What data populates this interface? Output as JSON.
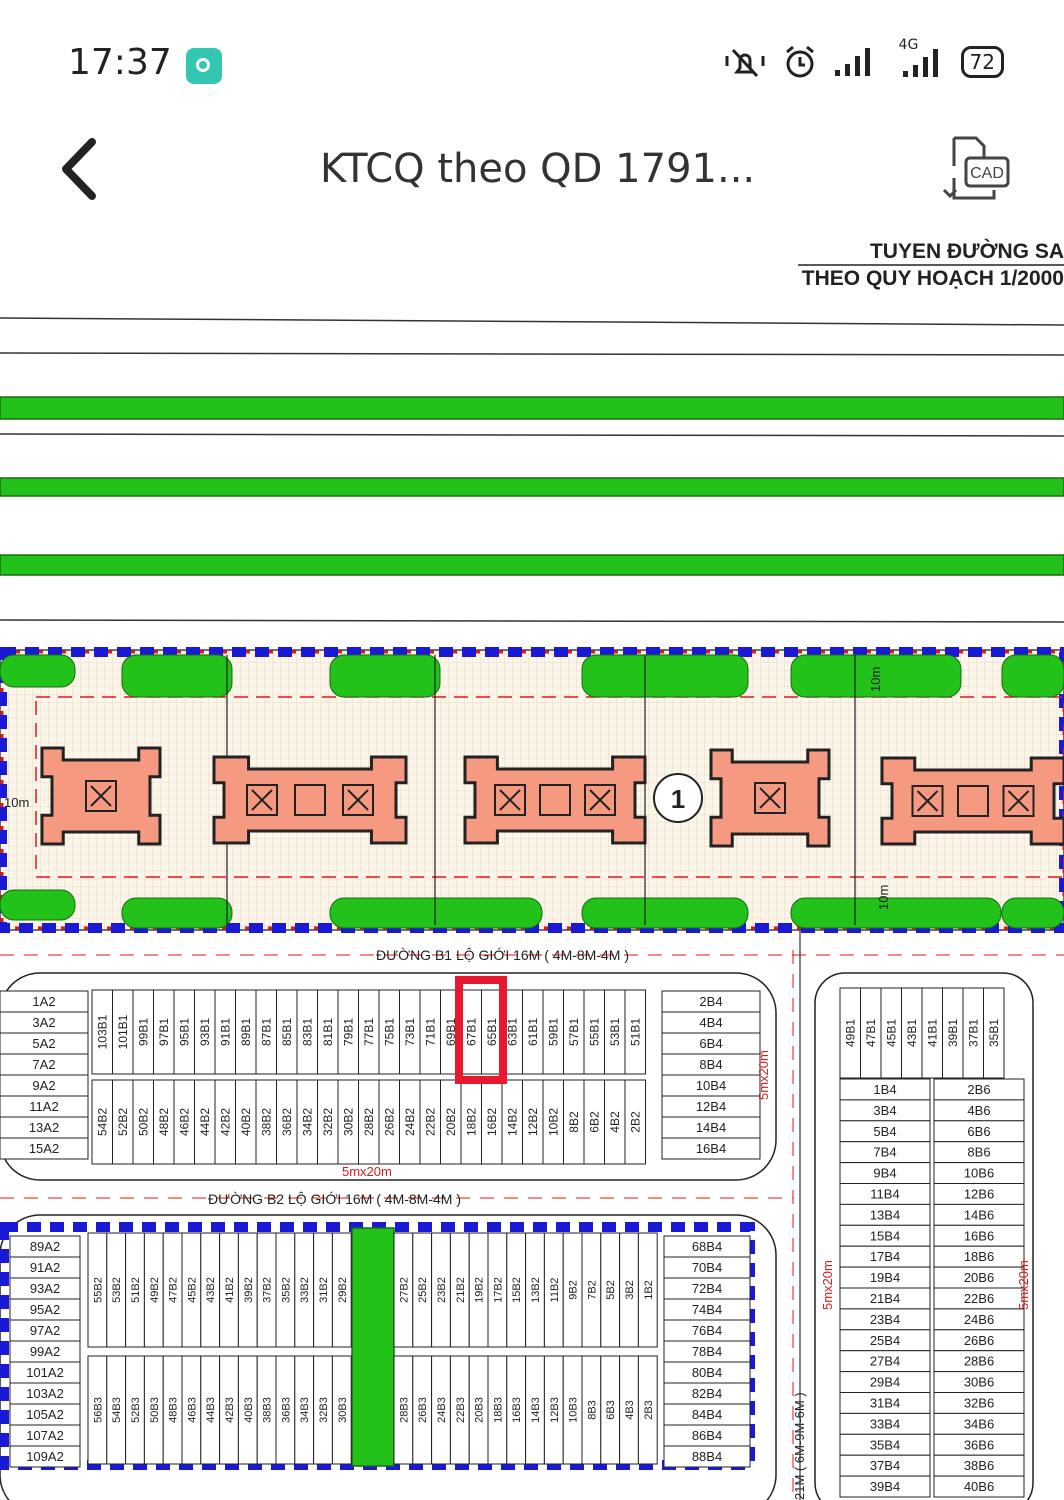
{
  "status_bar": {
    "time": "17:37",
    "icons": [
      "vibrate-icon",
      "alarm-icon",
      "signal-icon",
      "4g-signal-icon"
    ],
    "network": "4G",
    "battery": "72"
  },
  "header": {
    "back_icon": "chevron-left-icon",
    "title": "KTCQ theo QD 1791...",
    "cad_label": "CAD"
  },
  "map": {
    "heading_line1": "TUYEN ĐƯỜNG SA",
    "heading_line2": "THEO QUY HOẠCH 1/2000",
    "road_b1": "ĐƯỜNG B1 LỘ GIỚI 16M ( 4M-8M-4M )",
    "road_b2": "ĐƯỜNG B2 LỘ GIỚI 16M ( 4M-8M-4M )",
    "road_vertical": "21M ( 6M-9M-6M )",
    "dim_5x20": "5mx20m",
    "dim_10m": "10m",
    "lot_marker": "1",
    "colors": {
      "green": "#22c21a",
      "salmon": "#f59a80",
      "blue": "#1a1ad6",
      "red": "#e01a1a",
      "highlight": "#e8192e"
    },
    "block_a2_upper": [
      "1A2",
      "3A2",
      "5A2",
      "7A2",
      "9A2",
      "11A2",
      "13A2",
      "15A2"
    ],
    "block_b1_top": [
      "103B1",
      "101B1",
      "99B1",
      "97B1",
      "95B1",
      "93B1",
      "91B1",
      "89B1",
      "87B1",
      "85B1",
      "83B1",
      "81B1",
      "79B1",
      "77B1",
      "75B1",
      "73B1",
      "71B1",
      "69B1",
      "67B1",
      "65B1",
      "63B1",
      "61B1",
      "59B1",
      "57B1",
      "55B1",
      "53B1",
      "51B1"
    ],
    "block_b2_bottom": [
      "54B2",
      "52B2",
      "50B2",
      "48B2",
      "46B2",
      "44B2",
      "42B2",
      "40B2",
      "38B2",
      "36B2",
      "34B2",
      "32B2",
      "30B2",
      "28B2",
      "26B2",
      "24B2",
      "22B2",
      "20B2",
      "18B2",
      "16B2",
      "14B2",
      "12B2",
      "10B2",
      "8B2",
      "6B2",
      "4B2",
      "2B2"
    ],
    "block_b4_upper": [
      "2B4",
      "4B4",
      "6B4",
      "8B4",
      "10B4",
      "12B4",
      "14B4",
      "16B4"
    ],
    "block_right_top": [
      "49B1",
      "47B1",
      "45B1",
      "43B1",
      "41B1",
      "39B1",
      "37B1",
      "35B1"
    ],
    "block_b4_left": [
      "1B4",
      "3B4",
      "5B4",
      "7B4",
      "9B4",
      "11B4",
      "13B4",
      "15B4",
      "17B4",
      "19B4",
      "21B4",
      "23B4",
      "25B4",
      "27B4",
      "29B4",
      "31B4",
      "33B4",
      "35B4",
      "37B4",
      "39B4"
    ],
    "block_b6_right": [
      "2B6",
      "4B6",
      "6B6",
      "8B6",
      "10B6",
      "12B6",
      "14B6",
      "16B6",
      "18B6",
      "20B6",
      "22B6",
      "24B6",
      "26B6",
      "28B6",
      "30B6",
      "32B6",
      "34B6",
      "36B6",
      "38B6",
      "40B6"
    ],
    "block_a2_lower": [
      "89A2",
      "91A2",
      "93A2",
      "95A2",
      "97A2",
      "99A2",
      "101A2",
      "103A2",
      "105A2",
      "107A2",
      "109A2"
    ],
    "block_b2_lower_left": [
      "55B2",
      "53B2",
      "51B2",
      "49B2",
      "47B2",
      "45B2",
      "43B2",
      "41B2",
      "39B2",
      "37B2",
      "35B2",
      "33B2",
      "31B2",
      "29B2"
    ],
    "block_b2_lower_right": [
      "27B2",
      "25B2",
      "23B2",
      "21B2",
      "19B2",
      "17B2",
      "15B2",
      "13B2",
      "11B2",
      "9B2",
      "7B2",
      "5B2",
      "3B2",
      "1B2"
    ],
    "block_b3_left": [
      "56B3",
      "54B3",
      "52B3",
      "50B3",
      "48B3",
      "46B3",
      "44B3",
      "42B3",
      "40B3",
      "38B3",
      "36B3",
      "34B3",
      "32B3",
      "30B3"
    ],
    "block_b3_right": [
      "28B3",
      "26B3",
      "24B3",
      "22B3",
      "20B3",
      "18B3",
      "16B3",
      "14B3",
      "12B3",
      "10B3",
      "8B3",
      "6B3",
      "4B3",
      "2B3"
    ],
    "block_b4_lower": [
      "68B4",
      "70B4",
      "72B4",
      "74B4",
      "76B4",
      "78B4",
      "80B4",
      "82B4",
      "84B4",
      "86B4",
      "88B4"
    ]
  }
}
